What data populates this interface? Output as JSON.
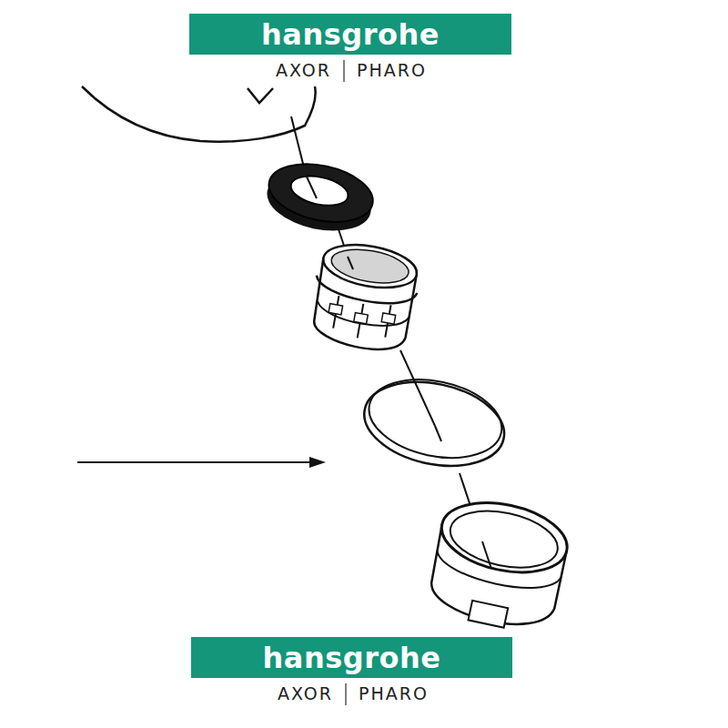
{
  "diagram": {
    "nodes": [
      {
        "text": [
          "hansgrohe"
        ]
      },
      {
        "text": [
          "hansgrohe"
        ]
      }
    ],
    "labels": [
      "AXOR",
      "PHARO",
      "AXOR",
      "PHARO"
    ]
  }
}
